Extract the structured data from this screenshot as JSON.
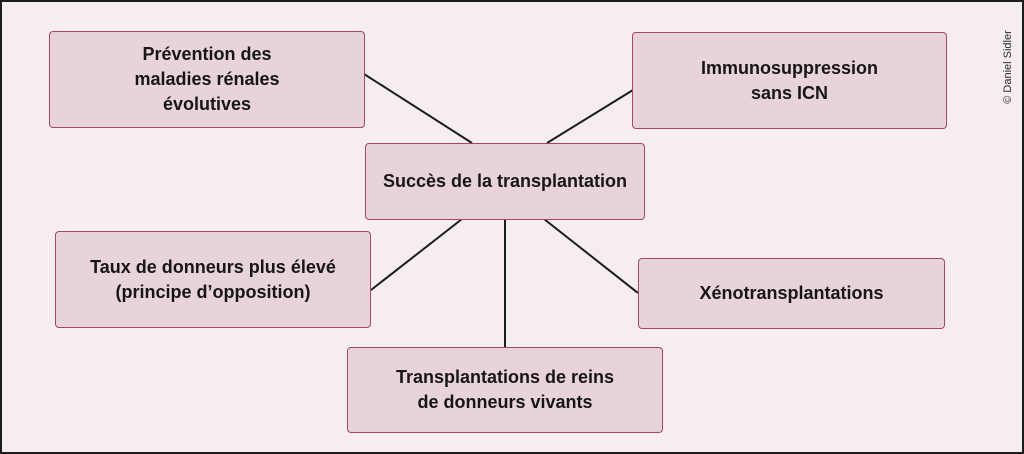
{
  "diagram": {
    "center": {
      "label": "Succès de la transplantation"
    },
    "nodes": [
      {
        "id": "prevention",
        "label": "Prévention des\nmaladies rénales\névolutives"
      },
      {
        "id": "immunosuppression",
        "label": "Immunosuppression\nsans ICN"
      },
      {
        "id": "taux-donneurs",
        "label": "Taux de donneurs plus élevé\n(principe d’opposition)"
      },
      {
        "id": "xenotransplantations",
        "label": "Xénotransplantations"
      },
      {
        "id": "donneurs-vivants",
        "label": "Transplantations de reins\nde donneurs vivants"
      }
    ],
    "credit": "© Daniel Sidler",
    "colors": {
      "background": "#f6edf0",
      "box_fill": "#e8d3da",
      "box_border": "#a4485f",
      "connector": "#1c1c1c"
    }
  }
}
